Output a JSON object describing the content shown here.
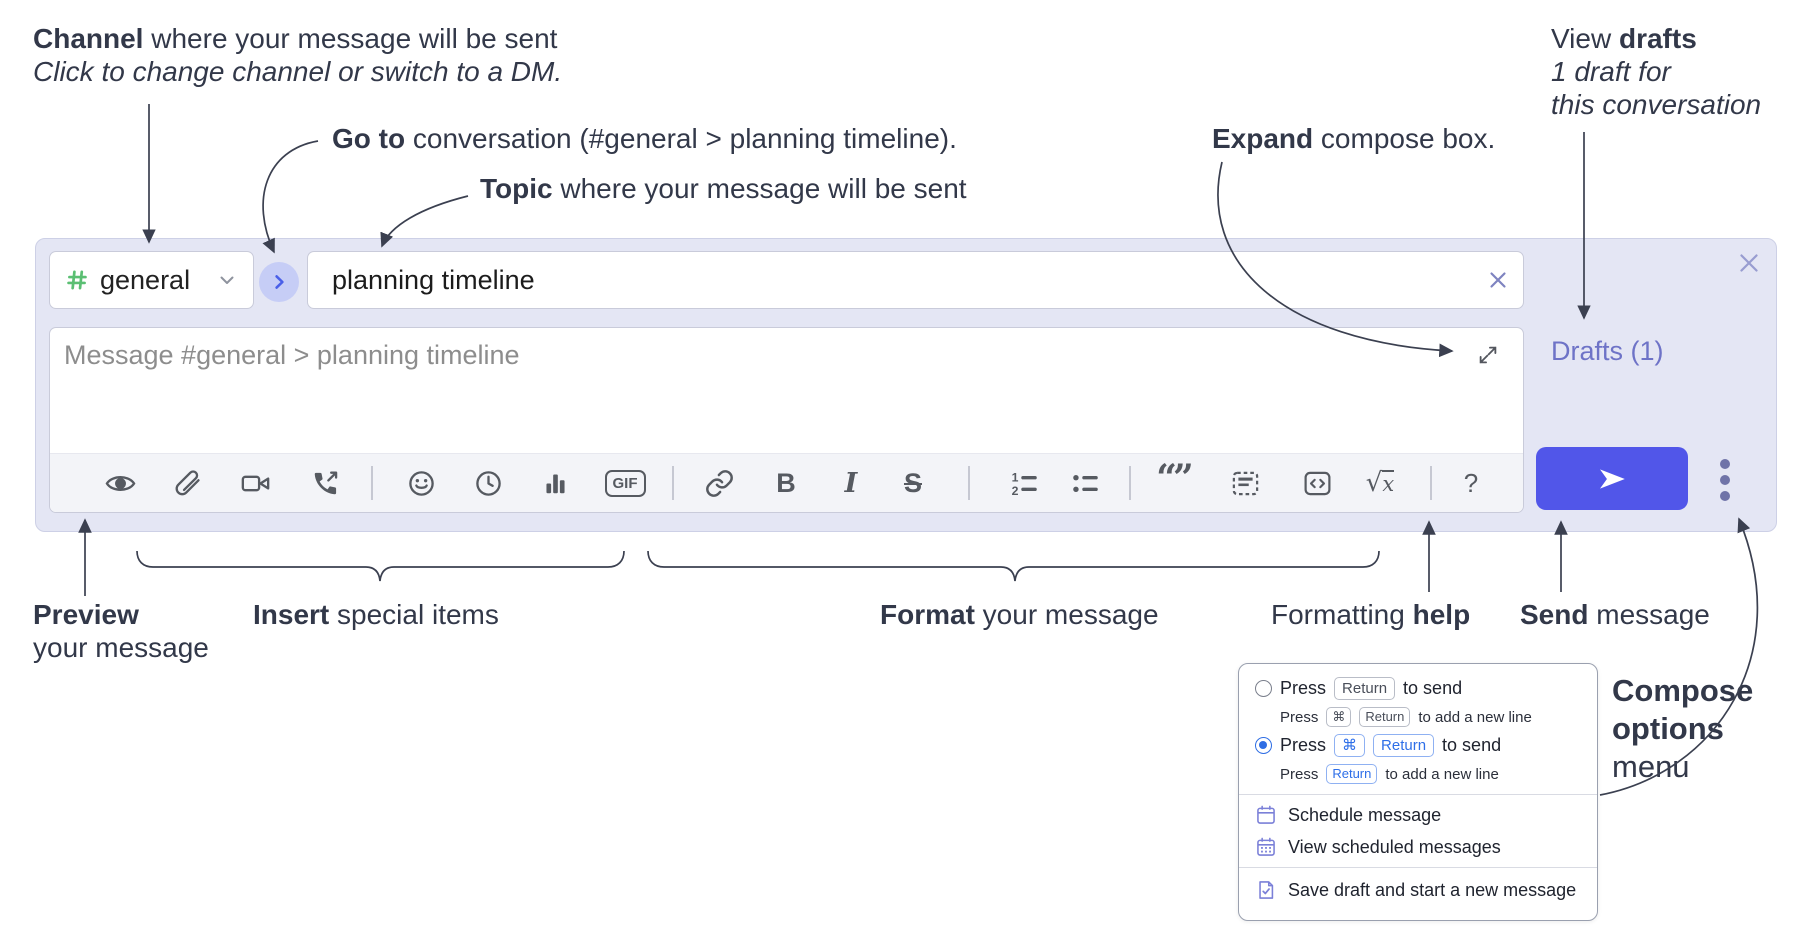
{
  "colors": {
    "panel_bg": "#e4e6f4",
    "send_button": "#5156e9",
    "drafts_link": "#6e73c7",
    "hash_green": "#5bbf73",
    "menu_icon_purple": "#7b80d8",
    "kbd_blue": "#2e6fe8",
    "radio_selected": "#2f6ee4",
    "annotation_text": "#323849"
  },
  "annotations": {
    "channel": {
      "bold": "Channel",
      "rest": " where your message will be sent",
      "line2": "Click to change channel or switch to a DM."
    },
    "goto": {
      "bold": "Go to",
      "rest": " conversation (#general > planning timeline)."
    },
    "topic": {
      "bold": "Topic",
      "rest": " where your message will be sent"
    },
    "expand": {
      "bold": "Expand",
      "rest": " compose box."
    },
    "view_drafts": {
      "line1_regular": "View ",
      "line1_bold": "drafts",
      "line2": "1 draft for",
      "line3": "this conversation"
    },
    "preview": {
      "bold": "Preview",
      "line2": "your message"
    },
    "insert": {
      "bold": "Insert",
      "rest": " special items"
    },
    "format": {
      "bold": "Format",
      "rest": " your message"
    },
    "help": {
      "regular": "Formatting ",
      "bold": "help"
    },
    "send": {
      "bold": "Send",
      "rest": " message"
    },
    "compose_options": {
      "line1": "Compose",
      "line2": "options",
      "line3": "menu"
    }
  },
  "compose_box": {
    "channel_selector": {
      "channel_name": "general",
      "hash_icon": "channel-hash-icon",
      "chevron_icon": "chevron-down-icon"
    },
    "goto_button_icon": "chevron-right-icon",
    "topic_input": {
      "value": "planning timeline",
      "clear_icon": "close-icon"
    },
    "message_input": {
      "placeholder": "Message #general > planning timeline"
    },
    "expand_icon": "expand-diagonal-icon",
    "close_icon": "close-icon",
    "drafts_link": "Drafts (1)",
    "toolbar": {
      "icons": [
        "preview-eye",
        "attach-paperclip",
        "video-call",
        "voice-call",
        "emoji-smiley",
        "time-clock",
        "poll-bar-chart",
        "gif",
        "link",
        "bold",
        "italic",
        "strikethrough",
        "numbered-list",
        "bulleted-list",
        "quote",
        "spoiler",
        "code",
        "math",
        "help"
      ],
      "gif_label": "GIF",
      "bold_label": "B",
      "italic_label": "I",
      "strike_label": "S",
      "quote_label": "“”",
      "math_sqrt": "√",
      "math_x": "x",
      "help_label": "?"
    },
    "send_icon": "paper-plane-icon",
    "more_icon": "vertical-dots-icon"
  },
  "options_menu": {
    "enter_option": {
      "main_pre": "Press",
      "main_kbd": "Return",
      "main_post": "to send",
      "sub_pre": "Press",
      "sub_kbd1": "⌘",
      "sub_kbd2": "Return",
      "sub_post": "to add a new line"
    },
    "cmd_enter_option": {
      "main_pre": "Press",
      "main_kbd1": "⌘",
      "main_kbd2": "Return",
      "main_post": "to send",
      "sub_pre": "Press",
      "sub_kbd": "Return",
      "sub_post": "to add a new line"
    },
    "items": {
      "schedule": "Schedule message",
      "view_scheduled": "View scheduled messages",
      "save_draft": "Save draft and start a new message"
    }
  }
}
